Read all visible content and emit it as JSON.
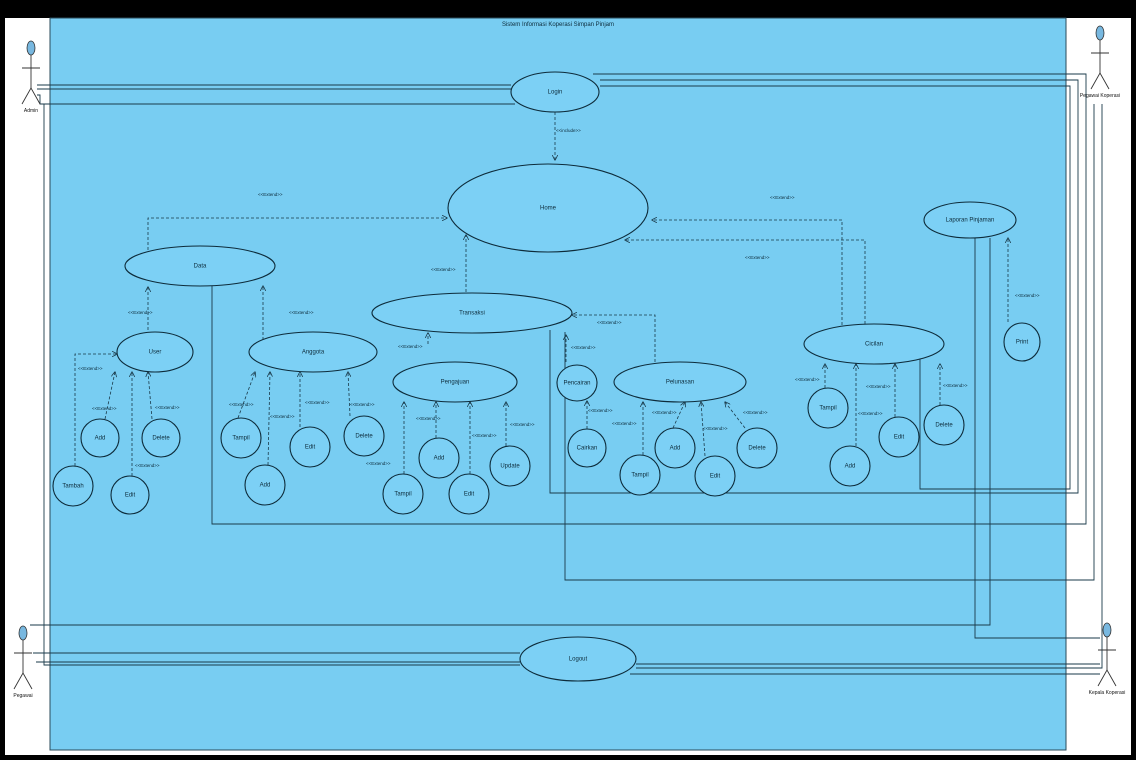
{
  "diagram": {
    "title": "Sistem Informasi Koperasi Simpan Pinjam",
    "colors": {
      "frame": "#000000",
      "page": "#ffffff",
      "boundary": "#78cdf2",
      "usecase_fill": "#7cd0f5",
      "line": "#1a3a4a",
      "actor_head": "#78b8e0"
    },
    "actors": [
      {
        "id": "admin",
        "label": "Admin"
      },
      {
        "id": "pegawai",
        "label": "Pegawai Koperasi"
      },
      {
        "id": "pegmel",
        "label": "Pegawai"
      },
      {
        "id": "kepala",
        "label": "Kepala Koperasi"
      }
    ],
    "usecases": [
      {
        "id": "login",
        "label": "Login"
      },
      {
        "id": "home",
        "label": "Home"
      },
      {
        "id": "data",
        "label": "Data"
      },
      {
        "id": "user",
        "label": "User"
      },
      {
        "id": "anggota",
        "label": "Anggota"
      },
      {
        "id": "transaksi",
        "label": "Transaksi"
      },
      {
        "id": "pengajuan",
        "label": "Pengajuan"
      },
      {
        "id": "pencairan",
        "label": "Pencairan"
      },
      {
        "id": "pelunasan",
        "label": "Pelunasan"
      },
      {
        "id": "cicilan",
        "label": "Cicilan"
      },
      {
        "id": "laporan",
        "label": "Laporan Pinjaman"
      },
      {
        "id": "print",
        "label": "Print"
      },
      {
        "id": "logout",
        "label": "Logout"
      },
      {
        "id": "u_tambah",
        "label": "Tambah"
      },
      {
        "id": "u_add",
        "label": "Add"
      },
      {
        "id": "u_delete",
        "label": "Delete"
      },
      {
        "id": "u_edit",
        "label": "Edit"
      },
      {
        "id": "a_tampil",
        "label": "Tampil"
      },
      {
        "id": "a_add",
        "label": "Add"
      },
      {
        "id": "a_edit",
        "label": "Edit"
      },
      {
        "id": "a_delete",
        "label": "Delete"
      },
      {
        "id": "p_tampil",
        "label": "Tampil"
      },
      {
        "id": "p_add",
        "label": "Add"
      },
      {
        "id": "p_edit",
        "label": "Edit"
      },
      {
        "id": "p_update",
        "label": "Update"
      },
      {
        "id": "c_cairkan",
        "label": "Cairkan"
      },
      {
        "id": "l_tampil",
        "label": "Tampil"
      },
      {
        "id": "l_add",
        "label": "Add"
      },
      {
        "id": "l_edit",
        "label": "Edit"
      },
      {
        "id": "l_delete",
        "label": "Delete"
      },
      {
        "id": "ci_tampil",
        "label": "Tampil"
      },
      {
        "id": "ci_add",
        "label": "Add"
      },
      {
        "id": "ci_edit",
        "label": "Edit"
      },
      {
        "id": "ci_delete",
        "label": "Delete"
      }
    ],
    "relation_labels": {
      "include": "<<include>>",
      "extend": "<<Extend>>"
    }
  }
}
